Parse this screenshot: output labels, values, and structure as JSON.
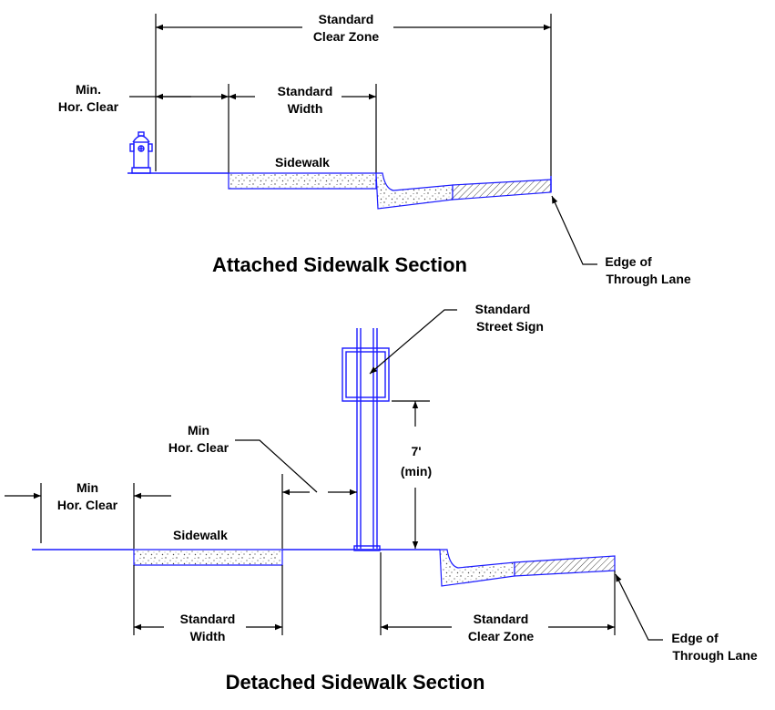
{
  "attached": {
    "title": "Attached Sidewalk Section",
    "standard_clear_zone": [
      "Standard",
      "Clear Zone"
    ],
    "min_hor_clear": [
      "Min.",
      "Hor. Clear"
    ],
    "standard_width": [
      "Standard",
      "Width"
    ],
    "sidewalk": "Sidewalk",
    "edge_of_through_lane": [
      "Edge of",
      "Through Lane"
    ]
  },
  "detached": {
    "title": "Detached Sidewalk Section",
    "standard_street_sign": [
      "Standard",
      "Street Sign"
    ],
    "min_hor_clear_sign": [
      "Min",
      "Hor. Clear"
    ],
    "min_hor_clear_left": [
      "Min",
      "Hor. Clear"
    ],
    "height_min": [
      "7'",
      "(min)"
    ],
    "sidewalk": "Sidewalk",
    "standard_width": [
      "Standard",
      "Width"
    ],
    "standard_clear_zone": [
      "Standard",
      "Clear Zone"
    ],
    "edge_of_through_lane": [
      "Edge of",
      "Through Lane"
    ]
  },
  "colors": {
    "linework": "#1a1aff",
    "text": "#000000",
    "background": "#ffffff"
  }
}
